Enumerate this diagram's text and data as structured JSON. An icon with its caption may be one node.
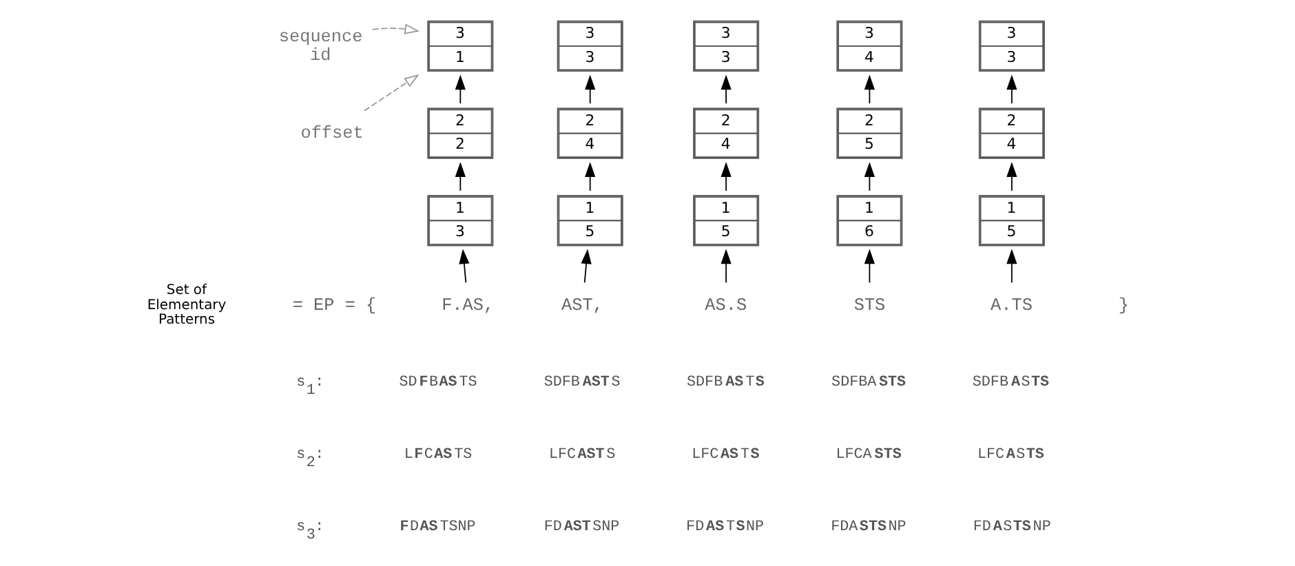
{
  "diagram": {
    "nodes": [
      {
        "text": [
          "sequence id"
        ]
      },
      {
        "text": [
          "offset"
        ]
      },
      {
        "text": [
          "3",
          "1"
        ]
      },
      {
        "text": [
          "2",
          "2"
        ]
      },
      {
        "text": [
          "1",
          "3"
        ]
      },
      {
        "text": [
          "3",
          "3"
        ]
      },
      {
        "text": [
          "2",
          "4"
        ]
      },
      {
        "text": [
          "1",
          "5"
        ]
      },
      {
        "text": [
          "3",
          "3"
        ]
      },
      {
        "text": [
          "2",
          "4"
        ]
      },
      {
        "text": [
          "1",
          "5"
        ]
      },
      {
        "text": [
          "3",
          "4"
        ]
      },
      {
        "text": [
          "2",
          "5"
        ]
      },
      {
        "text": [
          "1",
          "6"
        ]
      },
      {
        "text": [
          "3",
          "3"
        ]
      },
      {
        "text": [
          "2",
          "4"
        ]
      },
      {
        "text": [
          "1",
          "5"
        ]
      },
      {
        "text": [
          "F.AS,"
        ]
      },
      {
        "text": [
          "AST,"
        ]
      },
      {
        "text": [
          "AS.S"
        ]
      },
      {
        "text": [
          "STS"
        ]
      },
      {
        "text": [
          "A.TS"
        ]
      }
    ],
    "edges": [
      {
        "from": 0,
        "to": 2,
        "arrow": "to",
        "style": "dashed",
        "color": "#999999"
      },
      {
        "from": 1,
        "to": 2,
        "arrow": "to",
        "style": "dashed",
        "color": "#999999"
      },
      {
        "from": 17,
        "to": 4,
        "arrow": "to"
      },
      {
        "from": 4,
        "to": 3,
        "arrow": "to"
      },
      {
        "from": 3,
        "to": 2,
        "arrow": "to"
      },
      {
        "from": 18,
        "to": 7,
        "arrow": "to"
      },
      {
        "from": 7,
        "to": 6,
        "arrow": "to"
      },
      {
        "from": 6,
        "to": 5,
        "arrow": "to"
      },
      {
        "from": 19,
        "to": 10,
        "arrow": "to"
      },
      {
        "from": 10,
        "to": 9,
        "arrow": "to"
      },
      {
        "from": 9,
        "to": 8,
        "arrow": "to"
      },
      {
        "from": 20,
        "to": 13,
        "arrow": "to"
      },
      {
        "from": 13,
        "to": 12,
        "arrow": "to"
      },
      {
        "from": 12,
        "to": 11,
        "arrow": "to"
      },
      {
        "from": 21,
        "to": 16,
        "arrow": "to"
      },
      {
        "from": 16,
        "to": 15,
        "arrow": "to"
      },
      {
        "from": 15,
        "to": 14,
        "arrow": "to"
      }
    ],
    "labels": [
      "Set of Elementary Patterns",
      "= EP = {",
      "}",
      "s$_{1}$:",
      "SD**F**B**AS**TS",
      "SDFB**AST**S",
      "SDFB**AS**T**S**",
      "SDFBA**STS**",
      "SDFB**A**S**TS**",
      "s$_{2}$:",
      "L**F**C**AS**TS",
      "LFC**AST**S",
      "LFC**AS**T**S**",
      "LFCA**STS**",
      "LFC**A**S**TS**",
      "s$_{3}$:",
      "**F**D**AS**TSNP",
      "FD**AST**SNP",
      "FD**AS**T**S**NP",
      "FDA**STS**NP",
      "FD**A**S**TS**NP"
    ]
  }
}
